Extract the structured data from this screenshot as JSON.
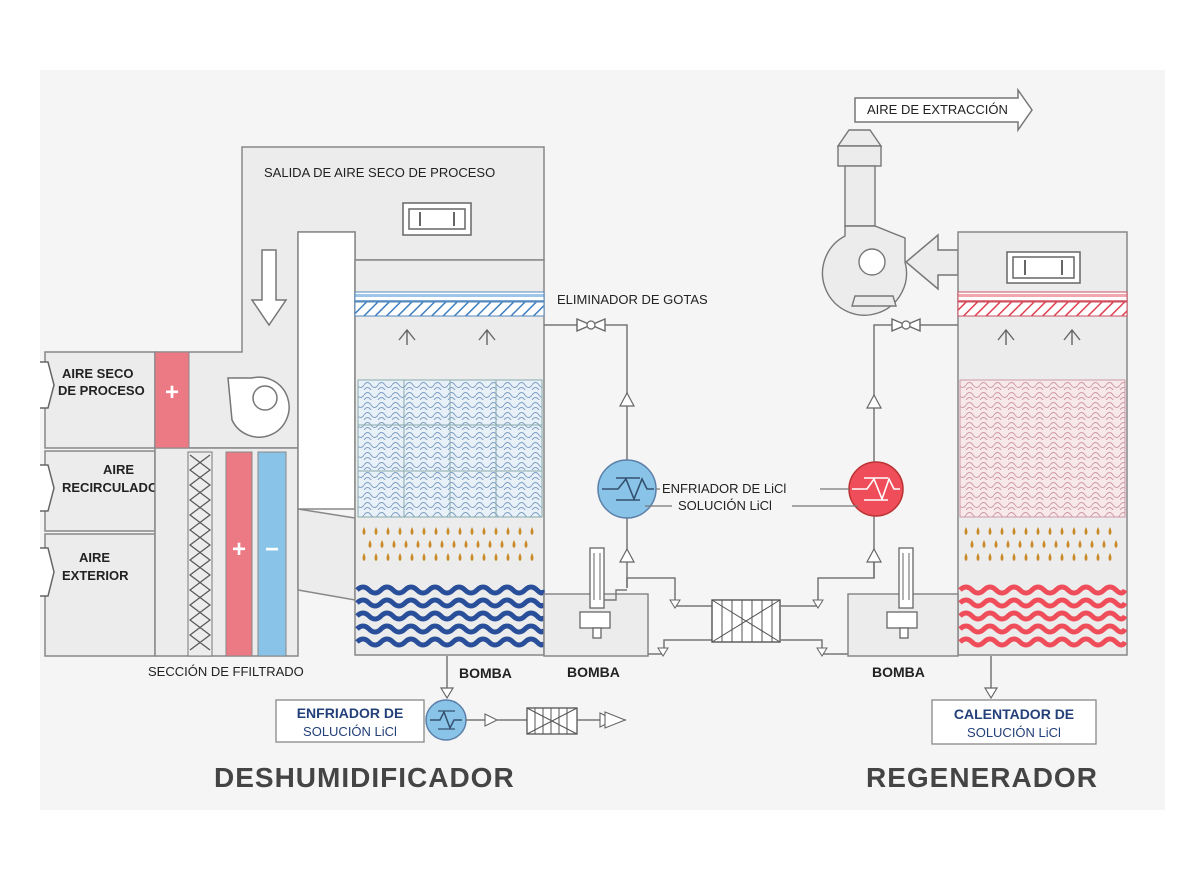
{
  "labels": {
    "salida": "SALIDA DE AIRE SECO DE PROCESO",
    "eliminador": "ELIMINADOR DE GOTAS",
    "aire_seco_1": "AIRE SECO",
    "aire_seco_2": "DE PROCESO",
    "aire_recirculado_1": "AIRE",
    "aire_recirculado_2": "RECIRCULADO",
    "aire_exterior_1": "AIRE",
    "aire_exterior_2": "EXTERIOR",
    "seccion_filtrado": "SECCIÓN DE FFILTRADO",
    "bomba_1": "BOMBA",
    "bomba_2": "BOMBA",
    "bomba_3": "BOMBA",
    "enfriador_1": "ENFRIADOR DE LiCl",
    "solucion_1": "SOLUCIÓN LiCl",
    "enfriador_box_1": "ENFRIADOR DE",
    "enfriador_box_2": "SOLUCIÓN LiCl",
    "calentador_box_1": "CALENTADOR DE",
    "calentador_box_2": "SOLUCIÓN LiCl",
    "aire_extraccion": "AIRE DE EXTRACCIÓN",
    "plus_1": "+",
    "plus_2": "+",
    "minus": "−"
  },
  "titles": {
    "deshumidificador": "DESHUMIDIFICADOR",
    "regenerador": "REGENERADOR"
  },
  "colors": {
    "blue_accent": "#89c4e8",
    "red_accent": "#ef4d5a",
    "pink_heater": "#ec7a84",
    "wave_blue": "#2a4f9a",
    "wave_red": "#ef4d5a",
    "droplet": "#c98a2a"
  },
  "icons": [
    "fan-icon",
    "valve-icon",
    "heat-exchanger-icon",
    "pump-icon",
    "arrow-icon",
    "damper-icon"
  ]
}
